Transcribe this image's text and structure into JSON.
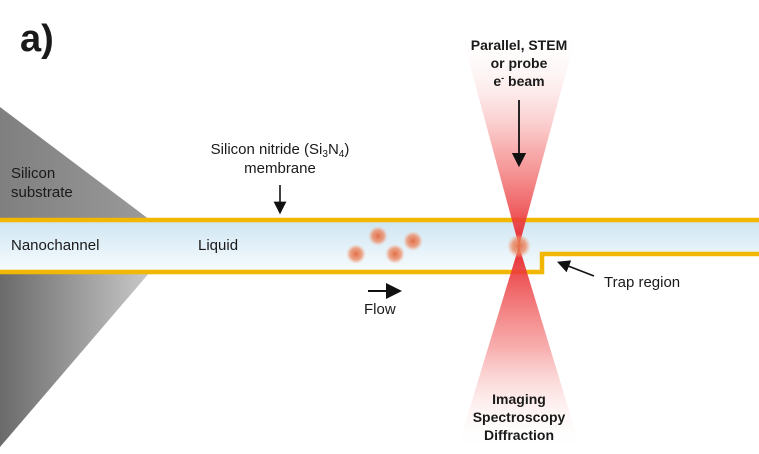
{
  "panel_label": "a)",
  "labels": {
    "silicon_substrate_line1": "Silicon",
    "silicon_substrate_line2": "substrate",
    "nanochannel": "Nanochannel",
    "liquid": "Liquid",
    "membrane_line1_prefix": "Silicon nitride (Si",
    "membrane_sub1": "3",
    "membrane_mid": "N",
    "membrane_sub2": "4",
    "membrane_suffix": ")",
    "membrane_line2": "membrane",
    "flow": "Flow",
    "trap_region": "Trap region",
    "beam_line1": "Parallel, STEM",
    "beam_line2": "or probe",
    "beam_line3_prefix": "e",
    "beam_line3_sup": "-",
    "beam_line3_suffix": " beam",
    "detect_line1": "Imaging",
    "detect_line2": "Spectroscopy",
    "detect_line3": "Diffraction"
  },
  "colors": {
    "membrane": "#f2b705",
    "liquid_top": "#d2e8f3",
    "liquid_bottom": "#f5fafd",
    "substrate": "#8a8a8a",
    "beam": "#e8262b",
    "particle": "#e5734a"
  }
}
